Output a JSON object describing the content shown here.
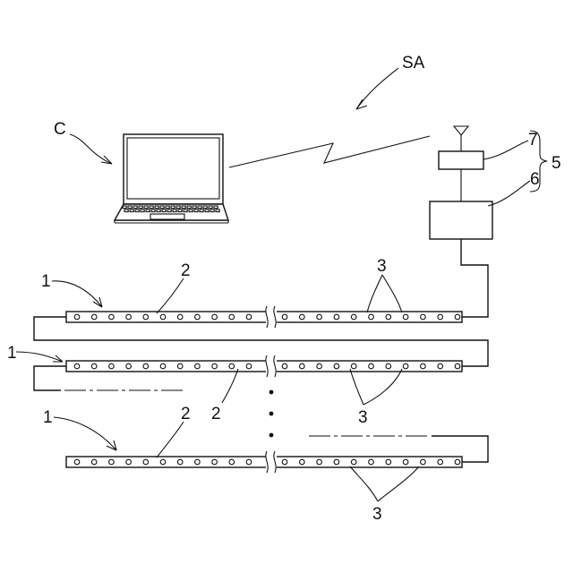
{
  "labels": {
    "system": "SA",
    "computer": "C",
    "unit": "5",
    "controller": "6",
    "transmitter": "7",
    "strip_top": "1",
    "strip_mid": "1",
    "strip_bottom": "1",
    "led_strip_top": "2",
    "led_strip_mid": "2",
    "led_strip_bottom": "2",
    "led_top": "3",
    "led_mid": "3",
    "led_bottom": "3"
  }
}
